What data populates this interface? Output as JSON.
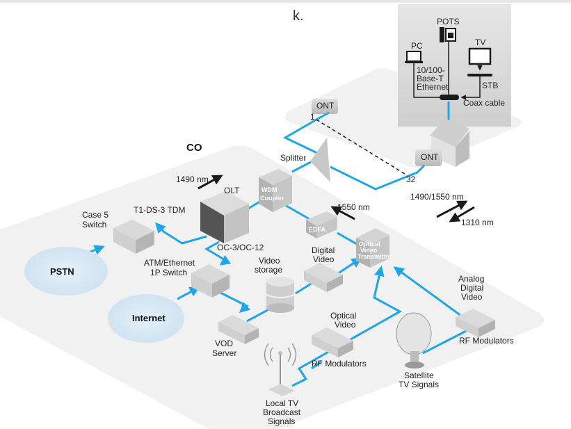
{
  "header": {
    "title_fragment": "k."
  },
  "colors": {
    "fiber": "#1ea7e6",
    "platform": "#f1f1f1",
    "premises_box": "#dcdcdc",
    "device": "#c9c9c9",
    "text": "#222222"
  },
  "premises": {
    "pots": "POTS",
    "pc": "PC",
    "tv": "TV",
    "ethernet": [
      "10/100-",
      "Base-T",
      "Ethernet"
    ],
    "stb": "STB",
    "coax": "Coax cable"
  },
  "pon": {
    "ont_label": "ONT",
    "port_first": "1",
    "port_last": "32",
    "splitter": "Splitter",
    "downstream": "1490/1550 nm",
    "upstream": "1310 nm"
  },
  "co": {
    "title": "CO",
    "wavelength_1490": "1490 nm",
    "wavelength_1550": "1550 nm",
    "olt": "OLT",
    "wdm": [
      "WDM",
      "Coupler"
    ],
    "edfa": "EDFA",
    "ovt": [
      "Optical",
      "Video",
      "Transmitter"
    ],
    "tdm": "T1-DS-3 TDM",
    "class5": [
      "Case 5",
      "Switch"
    ],
    "pstn": "PSTN",
    "oc": "OC-3/OC-12",
    "atm": [
      "ATM/Ethernet",
      "1P Switch"
    ],
    "internet": "Internet",
    "video_storage": [
      "Video",
      "storage"
    ],
    "digital_video": [
      "Digital",
      "Video"
    ],
    "vod": [
      "VOD",
      "Server"
    ],
    "optical_video": [
      "Optical",
      "Video"
    ],
    "rf_mod_1": "RF Modulators",
    "rf_mod_2": "RF Modulators",
    "analog_digital": [
      "Analog",
      "Digital",
      "Video"
    ],
    "local_tv": [
      "Local TV",
      "Broadcast",
      "Signals"
    ],
    "satellite": [
      "Satellite",
      "TV Signals"
    ]
  }
}
